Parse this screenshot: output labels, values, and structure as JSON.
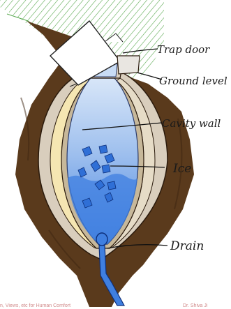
{
  "labels": {
    "trap_door": "Trap door",
    "ground_level": "Ground level",
    "cavity_wall": "Cavity wall",
    "ice": "Ice",
    "drain": "Drain"
  },
  "footer": {
    "left": "n, Views, etc for Human Comfort",
    "right": "Dr. Shiva Ji"
  },
  "colors": {
    "soil": "#5a3a1c",
    "hatch_green": "#58a84e",
    "outer_wall": "#d9cebd",
    "cavity_fill": "#f5e6b2",
    "inner_wall": "#c7b89a",
    "water_light": "#c9dcf5",
    "water_mid": "#8fb6ec",
    "water_deep": "#3f7fe0",
    "ice_block": "#2f6fd6"
  },
  "icons": [
    "ice-cube-icon",
    "drain-pipe-icon"
  ]
}
